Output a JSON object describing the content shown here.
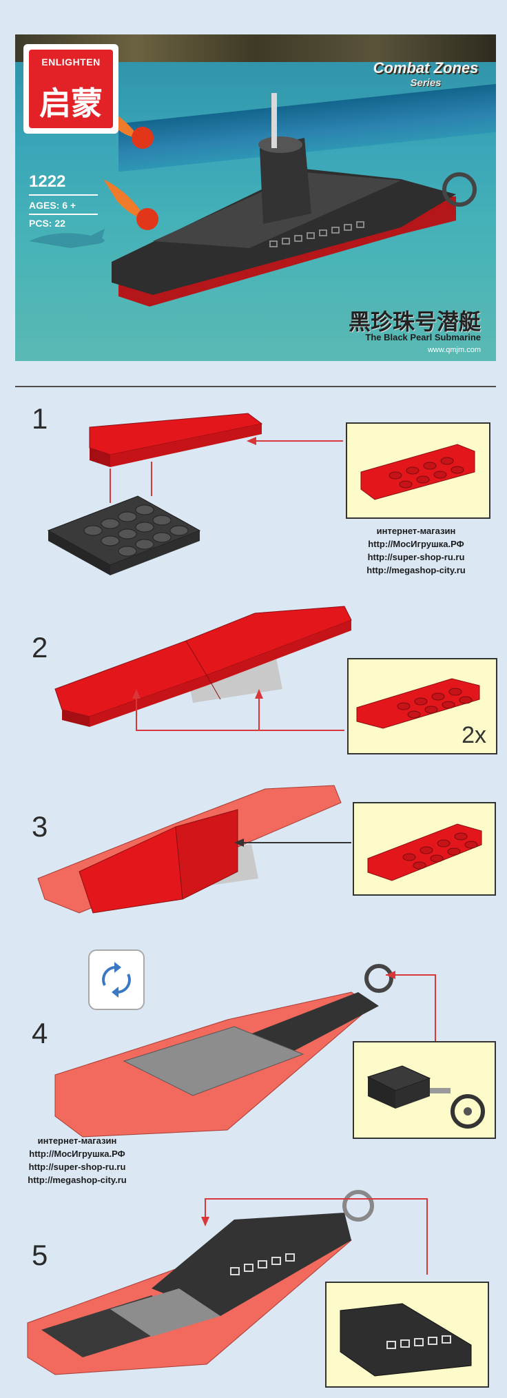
{
  "cover": {
    "brand_en": "ENLIGHTEN",
    "brand_cn": "启蒙",
    "set_number": "1222",
    "ages": "AGES: 6 +",
    "pieces": "PCS: 22",
    "series_line1": "Combat Zones",
    "series_line2": "Series",
    "title_cn": "黑珍珠号潜艇",
    "title_en": "The Black Pearl Submarine",
    "url": "www.qmjm.com"
  },
  "steps": [
    {
      "number": "1"
    },
    {
      "number": "2",
      "quantity": "2x"
    },
    {
      "number": "3"
    },
    {
      "number": "4"
    },
    {
      "number": "5"
    }
  ],
  "stores_top": {
    "line1": "интернет-магазин",
    "line2": "http://МосИгрушка.РФ",
    "line3": "http://super-shop-ru.ru",
    "line4": "http://megashop-city.ru"
  },
  "stores_bottom": {
    "line1": "интернет-магазин",
    "line2": "http://МосИгрушка.РФ",
    "line3": "http://super-shop-ru.ru",
    "line4": "http://megashop-city.ru"
  },
  "colors": {
    "brick_red": "#e2161b",
    "brick_pink": "#f26a5e",
    "brick_dark": "#3a3a3a",
    "brick_gray": "#8d8d8d",
    "callout_bg": "#fdfbc9",
    "arrow": "#d9363a"
  }
}
